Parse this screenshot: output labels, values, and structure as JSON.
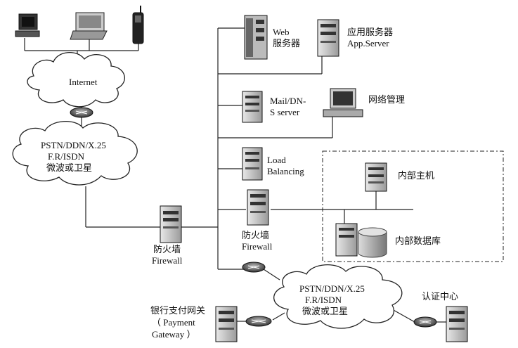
{
  "labels": {
    "internet": "Internet",
    "pstn1": [
      "PSTN/DDN/X.25",
      "F.R/ISDN",
      "微波或卫星"
    ],
    "firewall_main": [
      "防火墙",
      "Firewall"
    ],
    "web": [
      "Web",
      "服务器"
    ],
    "app_server": [
      "应用服务器",
      "App.Server"
    ],
    "mail": [
      "Mail/DN-",
      "S server"
    ],
    "net_mgmt": "网络管理",
    "load": [
      "Load",
      "Balancing"
    ],
    "internal_host": "内部主机",
    "firewall_inner": [
      "防火墙",
      "Firewall"
    ],
    "internal_db": "内部数据库",
    "pstn2": [
      "PSTN/DDN/X.25",
      "F.R/ISDN",
      "微波或卫星"
    ],
    "payment": [
      "银行支付网关",
      "（ Payment",
      "Gateway ）"
    ],
    "ca": "认证中心"
  }
}
